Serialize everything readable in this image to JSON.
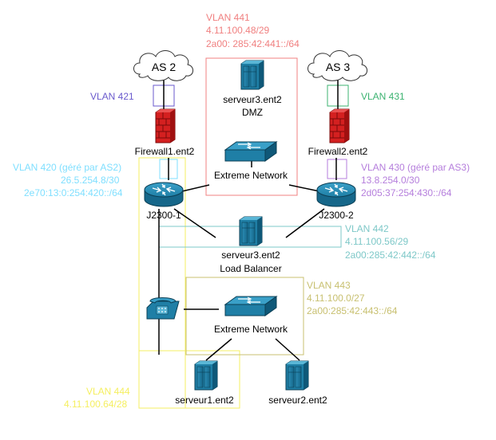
{
  "clouds": [
    {
      "label": "AS 2"
    },
    {
      "label": "AS 3"
    }
  ],
  "vlans": {
    "v441": {
      "lines": [
        "VLAN 441",
        "4.11.100.48/29",
        "2a00: 285:42:441::/64"
      ],
      "color": "#f08080"
    },
    "v421": {
      "lines": [
        "VLAN 421"
      ],
      "color": "#6a5acd"
    },
    "v431": {
      "lines": [
        "VLAN 431"
      ],
      "color": "#3cb371"
    },
    "v420": {
      "lines": [
        "VLAN 420 (géré par AS2)",
        "26.5.254.8/30",
        "2e70:13:0:254:420::/64"
      ],
      "color": "#7fdfff"
    },
    "v430": {
      "lines": [
        "VLAN 430 (géré par AS3)",
        "13.8.254.0/30",
        "2d05:37:254:430::/64"
      ],
      "color": "#b57edc"
    },
    "v442": {
      "lines": [
        "VLAN 442",
        "4.11.100.56/29",
        "2a00:285:42:442::/64"
      ],
      "color": "#7ec8c8"
    },
    "v443": {
      "lines": [
        "VLAN 443",
        "4.11.100.0/27",
        "2a00:285:42:443::/64"
      ],
      "color": "#c8c070"
    },
    "v444": {
      "lines": [
        "VLAN 444",
        "4.11.100.64/28"
      ],
      "color": "#f5ef60"
    }
  },
  "nodes": {
    "serveur3_dmz": {
      "name": "serveur3.ent2",
      "role": "DMZ"
    },
    "firewall1": {
      "name": "Firewall1.ent2"
    },
    "firewall2": {
      "name": "Firewall2.ent2"
    },
    "switch_top": {
      "name": "Extreme Network"
    },
    "router1": {
      "name": "J2300-1"
    },
    "router2": {
      "name": "J2300-2"
    },
    "serveur3_lb": {
      "name": "serveur3.ent2",
      "role": "Load Balancer"
    },
    "switch_bottom": {
      "name": "Extreme Network"
    },
    "serveur1": {
      "name": "serveur1.ent2"
    },
    "serveur2": {
      "name": "serveur2.ent2"
    }
  },
  "icons": {
    "cloud": "cloud-icon",
    "firewall": "firewall-icon",
    "router": "router-icon",
    "switch": "switch-icon",
    "server": "server-icon",
    "phone": "phone-icon"
  },
  "colors": {
    "device_blue": "#1f7fa6",
    "firewall_red": "#d42020",
    "line": "#000000"
  }
}
